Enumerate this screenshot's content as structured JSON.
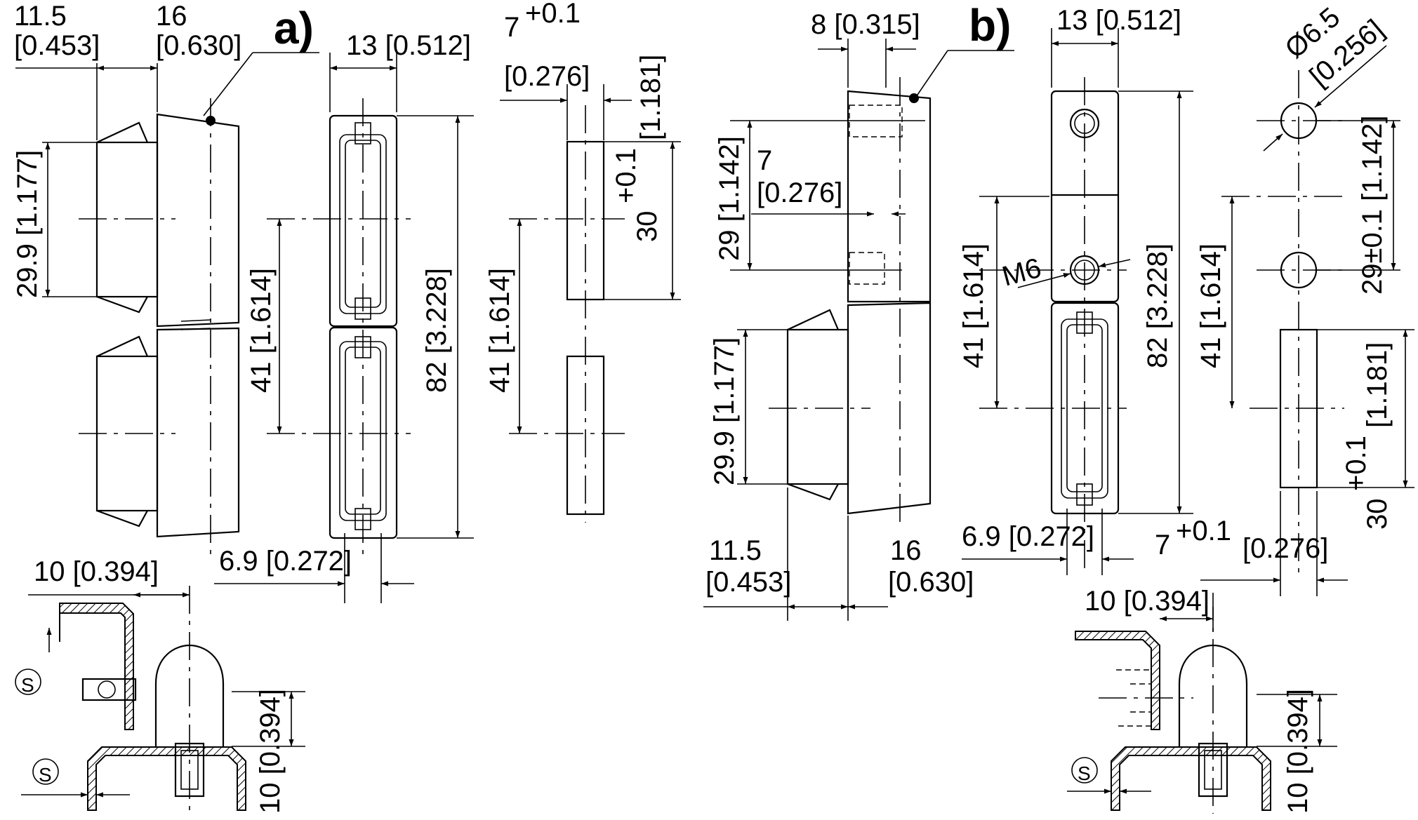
{
  "variant_a_label": "a)",
  "variant_b_label": "b)",
  "dims": {
    "mm_11_5": "11.5",
    "in_0_453": "[0.453]",
    "mm_16": "16",
    "in_0_630": "[0.630]",
    "d_13": "13 [0.512]",
    "d_7": "7",
    "tol_plus_0_1": "+0.1",
    "in_0_276": "[0.276]",
    "d_29_9": "29.9 [1.177]",
    "d_41": "41 [1.614]",
    "d_82": "82 [3.228]",
    "d_30": "30",
    "in_1_181": "[1.181]",
    "d_6_9": "6.9 [0.272]",
    "d_10": "10 [0.394]",
    "d_8": "8 [0.315]",
    "d_29": "29 [1.142]",
    "d_m6": "M6",
    "d_dia_6_5": "Ø6.5",
    "in_0_256": "[0.256]",
    "d_29_pm": "29±0.1 [1.142]",
    "s_symbol": "S"
  }
}
